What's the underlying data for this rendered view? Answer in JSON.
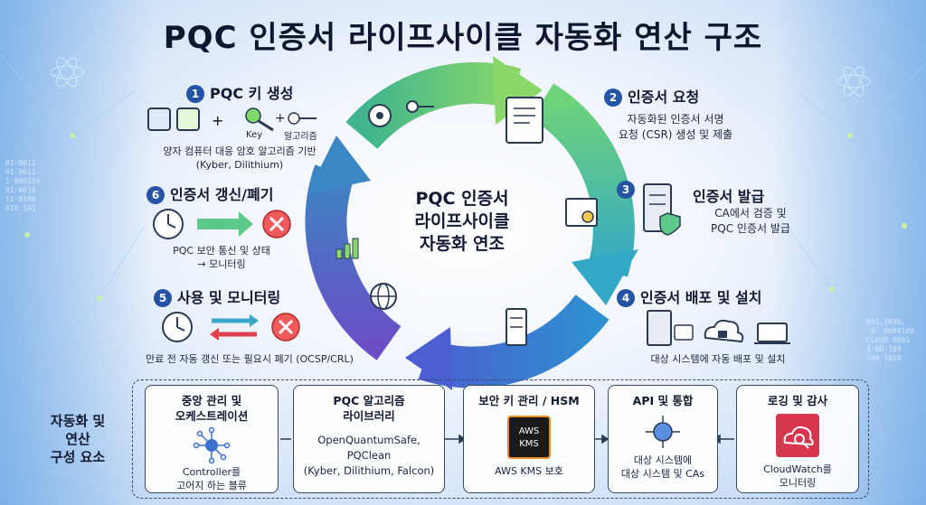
{
  "title": "PQC 인증서 라이프사이클 자동화 연산 구조",
  "center": {
    "line1": "PQC 인증서",
    "line2": "라이프사이클",
    "line3": "자동화 연조"
  },
  "steps": [
    {
      "num": "1",
      "title": "PQC 키 생성",
      "desc1": "양자 컴퓨터 대응 암호 알고리즘 기반",
      "desc2": "(Kyber, Dilithium)",
      "icon_label_key": "Key",
      "icon_label_algo": "알고리즘"
    },
    {
      "num": "2",
      "title": "인증서 요청",
      "desc1": "자동화된 인증서 서명",
      "desc2": "요청 (CSR) 생성 및 제출"
    },
    {
      "num": "3",
      "title": "인증서 발급",
      "desc1": "CA에서 검증 및",
      "desc2": "PQC 인증서 발급"
    },
    {
      "num": "4",
      "title": "인증서 배포 및 설치",
      "desc1": "대상 시스템에 자동 배포 및 설치"
    },
    {
      "num": "5",
      "title": "사용 및 모니터링",
      "desc1": "만료 전 자동 갱신 또는 필요시 폐기 (OCSP/CRL)"
    },
    {
      "num": "6",
      "title": "인증서 갱신/폐기",
      "desc1": "PQC 보안 통신 및 상태",
      "desc2": "→ 모니터링"
    }
  ],
  "components": {
    "side_label": {
      "line1": "자동화 및",
      "line2": "연산",
      "line3": "구성 요소"
    },
    "items": [
      {
        "title1": "중앙 관리 및",
        "title2": "오케스트레이션",
        "desc1": "Controller를",
        "desc2": "고어지 하는 블류"
      },
      {
        "title1": "PQC 알고리즘",
        "title2": "라이브러리",
        "desc1": "OpenQuantumSafe,",
        "desc2": "PQClean",
        "desc3": "(Kyber, Dilithium, Falcon)"
      },
      {
        "title1": "보안 키 관리 / HSM",
        "desc1": "AWS KMS 보호",
        "badge1": "AWS",
        "badge2": "KMS"
      },
      {
        "title1": "API 및 통합",
        "desc1": "대상 시스템에",
        "desc2": "대상 시스템 및 CAs"
      },
      {
        "title1": "로깅 및 감사",
        "desc1": "CloudWatch를",
        "desc2": "모니터링"
      }
    ]
  },
  "decor": {
    "bin_left": [
      "01·0011",
      "01·0011",
      "1·000100",
      "01·0010",
      "11·0100",
      "010·101"
    ],
    "bin_right": [
      "001.1030.",
      "·0·  0000100",
      "CLOVD 0001",
      "1·00·100",
      "100·1010"
    ]
  },
  "colors": {
    "title": "#0f1730",
    "accent_blue": "#2553a6",
    "ring_green": "#5cc98a",
    "ring_teal": "#3aa6c8",
    "ring_blue": "#3b6fd0",
    "ring_purple": "#6b4fc8",
    "danger": "#e0404a",
    "aws_orange": "#f08c2c",
    "cloudwatch_red": "#d8364f"
  }
}
